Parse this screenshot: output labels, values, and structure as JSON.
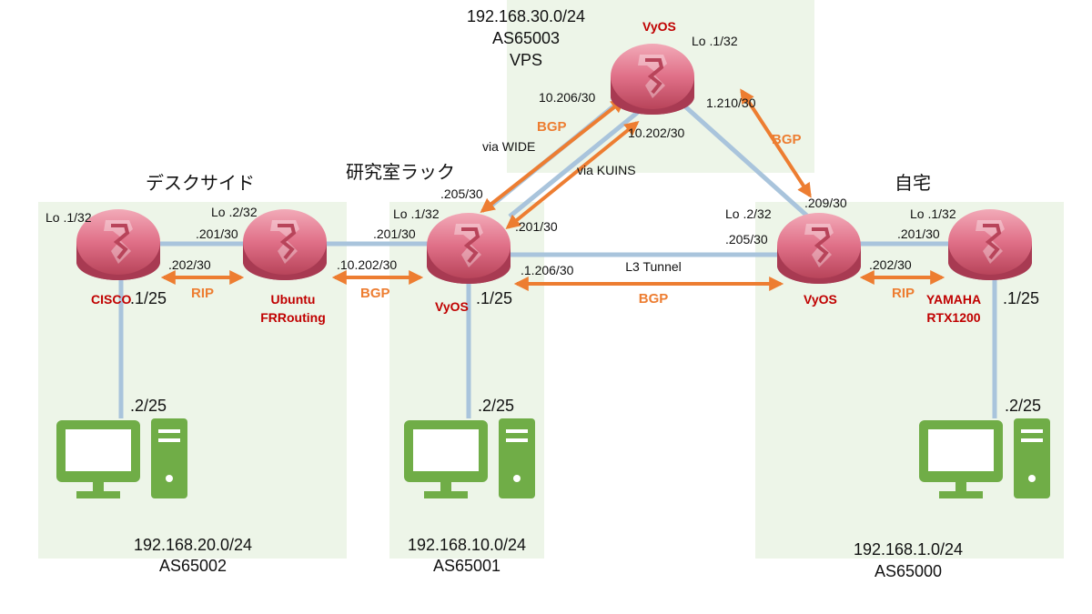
{
  "zones": {
    "desk": {
      "title": "デスクサイド",
      "subnet": "192.168.20.0/24",
      "as": "AS65002"
    },
    "lab": {
      "title": "研究室ラック",
      "subnet": "192.168.10.0/24",
      "as": "AS65001"
    },
    "home": {
      "title": "自宅",
      "subnet": "192.168.1.0/24",
      "as": "AS65000"
    },
    "vps": {
      "subnet": "192.168.30.0/24",
      "as": "AS65003",
      "title": "VPS"
    }
  },
  "routers": {
    "cisco": {
      "name": "CISCO",
      "lo": "Lo .1/32",
      "lan_ip": ".1/25"
    },
    "ubuntu": {
      "name1": "Ubuntu",
      "name2": "FRRouting",
      "lo": "Lo .2/32"
    },
    "lab_vyos": {
      "name": "VyOS",
      "lo": "Lo .1/32",
      "lan_ip": ".1/25"
    },
    "vps_vyos": {
      "name": "VyOS",
      "lo": "Lo .1/32"
    },
    "home_vyos": {
      "name": "VyOS",
      "lo": "Lo .2/32"
    },
    "yamaha": {
      "name1": "YAMAHA",
      "name2": "RTX1200",
      "lo": "Lo .1/32",
      "lan_ip": ".1/25"
    }
  },
  "hosts": {
    "desk_pc": {
      "ip": ".2/25"
    },
    "lab_pc": {
      "ip": ".2/25"
    },
    "home_pc": {
      "ip": ".2/25"
    }
  },
  "links": {
    "cisco_ubuntu": {
      "ip_a": ".202/30",
      "ip_b": ".201/30",
      "protocol": "RIP"
    },
    "ubuntu_lab": {
      "ip_a": ".10.202/30",
      "ip_b": ".201/30",
      "protocol": "BGP"
    },
    "lab_vps": {
      "lab_ip_wide": ".205/30",
      "lab_ip_kuins": ".201/30",
      "vps_ip_wide": "10.206/30",
      "vps_ip_kuins": "10.202/30",
      "label_wide": "via WIDE",
      "label_kuins": "via KUINS",
      "protocol": "BGP"
    },
    "vps_home": {
      "vps_ip": "1.210/30",
      "home_ip": ".209/30",
      "protocol": "BGP"
    },
    "lab_home": {
      "lab_ip": ".1.206/30",
      "home_ip": ".205/30",
      "label": "L3 Tunnel",
      "protocol": "BGP"
    },
    "home_yamaha": {
      "ip_a": ".202/30",
      "ip_b": ".201/30",
      "protocol": "RIP"
    }
  },
  "colors": {
    "zone_fill": "#edf5e8",
    "link": "#a9c4dc",
    "arrow": "#ed7d31",
    "router": "#d9627a",
    "router_label": "#c00000",
    "pc": "#70ad47"
  }
}
